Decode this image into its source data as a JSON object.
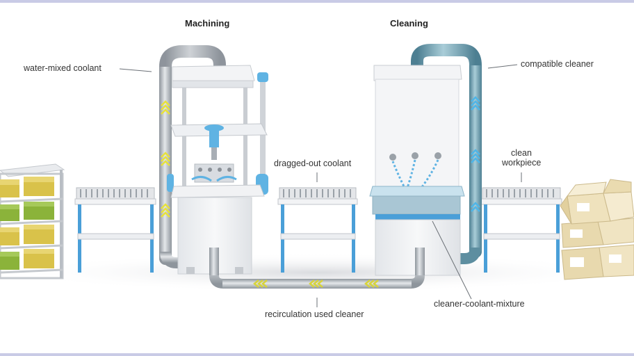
{
  "titles": {
    "machining": "Machining",
    "cleaning": "Cleaning"
  },
  "labels": {
    "water_mixed_coolant": "water-mixed coolant",
    "compatible_cleaner": "compatible cleaner",
    "dragged_out_coolant": "dragged-out coolant",
    "clean_workpiece_line1": "clean",
    "clean_workpiece_line2": "workpiece",
    "recirculation": "recirculation used cleaner",
    "mixture": "cleaner-coolant-mixture"
  },
  "colors": {
    "frame": "#c9cbe6",
    "pipe": "#b7bcc2",
    "cleaner_pipe": "#6f9fb0",
    "arrow_yellow": "#e8e23a",
    "arrow_blue": "#4fb6e8",
    "conveyor_frame": "#4a9fd8",
    "machine_body": "#eef0f2",
    "bin_green": "#8bb33a",
    "bin_yellow": "#d9c24a",
    "box": "#efe2bd"
  }
}
